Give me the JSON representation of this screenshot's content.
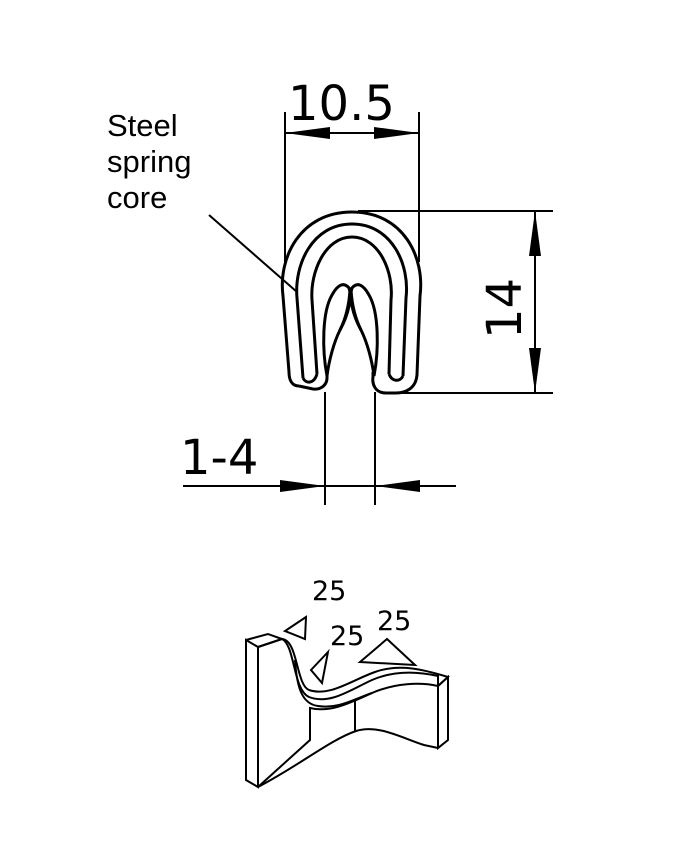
{
  "callout": {
    "line1": "Steel",
    "line2": "spring",
    "line3": "core"
  },
  "dimensions": {
    "width": "10.5",
    "height": "14",
    "grip_range": "1-4"
  },
  "angles": {
    "upper": "25",
    "middle": "25",
    "right": "25"
  }
}
